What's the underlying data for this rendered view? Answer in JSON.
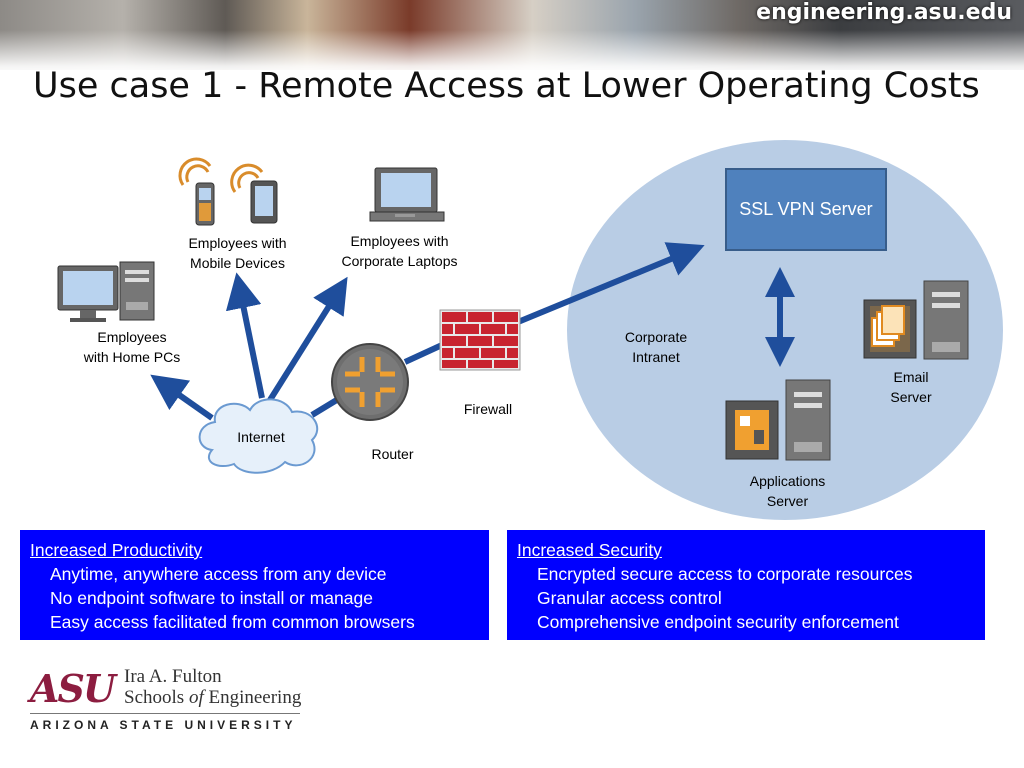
{
  "header": {
    "site": "engineering.asu.edu",
    "title": "Use case 1 - Remote Access at Lower Operating Costs"
  },
  "diagram": {
    "mobile": "Employees with\nMobile Devices",
    "laptops": "Employees with\nCorporate Laptops",
    "home_pcs": "Employees\nwith Home PCs",
    "internet": "Internet",
    "router": "Router",
    "firewall": "Firewall",
    "intranet": "Corporate\nIntranet",
    "vpn": "SSL VPN Server",
    "email": "Email\nServer",
    "apps": "Applications\nServer"
  },
  "boxes": {
    "productivity": {
      "heading": "Increased Productivity",
      "items": [
        "Anytime, anywhere access from any device",
        "No endpoint software to install or manage",
        "Easy access facilitated from common browsers"
      ]
    },
    "security": {
      "heading": "Increased Security",
      "items": [
        "Encrypted secure access to corporate resources",
        "Granular access control",
        "Comprehensive endpoint security enforcement"
      ]
    }
  },
  "logo": {
    "mark": "ASU",
    "line1": "Ira A. Fulton",
    "line2_a": "Schools ",
    "line2_of": "of",
    "line2_b": " Engineering",
    "university": "ARIZONA STATE UNIVERSITY"
  },
  "colors": {
    "arrow": "#1f4e9c",
    "intranet": "#b9cde5",
    "box": "#0000ff",
    "vpn": "#4f81bd",
    "asu_maroon": "#8c1d40"
  }
}
